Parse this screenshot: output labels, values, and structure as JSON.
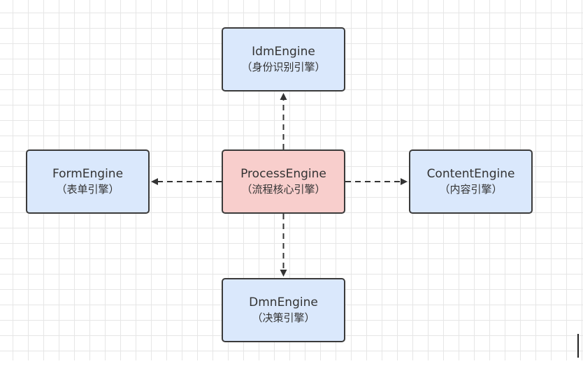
{
  "diagram": {
    "nodes": [
      {
        "id": "idm",
        "title": "IdmEngine",
        "subtitle": "（身份识别引擎）"
      },
      {
        "id": "process",
        "title": "ProcessEngine",
        "subtitle": "（流程核心引擎）"
      },
      {
        "id": "form",
        "title": "FormEngine",
        "subtitle": "（表单引擎）"
      },
      {
        "id": "content",
        "title": "ContentEngine",
        "subtitle": "（内容引擎）"
      },
      {
        "id": "dmn",
        "title": "DmnEngine",
        "subtitle": "（决策引擎）"
      }
    ],
    "edges": [
      {
        "from": "process",
        "to": "idm",
        "style": "dashed"
      },
      {
        "from": "process",
        "to": "form",
        "style": "dashed"
      },
      {
        "from": "process",
        "to": "content",
        "style": "dashed"
      },
      {
        "from": "process",
        "to": "dmn",
        "style": "dashed"
      }
    ]
  },
  "colors": {
    "core_fill": "#f8cecc",
    "engine_fill": "#dae8fc",
    "border": "#3a3a3a",
    "grid": "#e6e6e6"
  }
}
